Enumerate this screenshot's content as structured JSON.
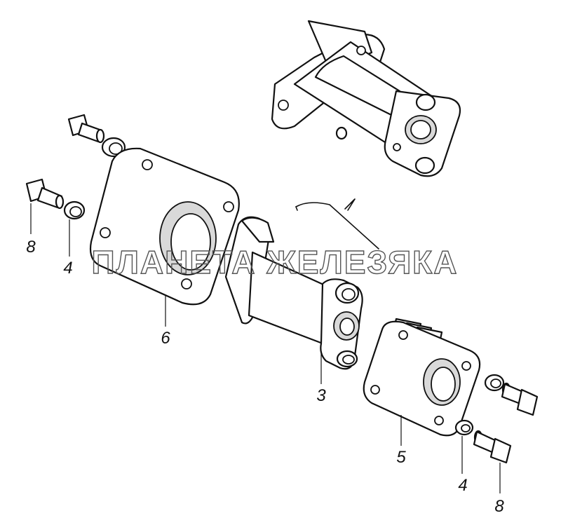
{
  "watermark": "ПЛАНЕТА ЖЕЛЕЗЯКА",
  "callouts": {
    "bolt_upper_left": "8",
    "washer_upper_left": "4",
    "gasket_large": "6",
    "pipe_center": "3",
    "gasket_small": "5",
    "washer_lower_right": "4",
    "bolt_lower_right": "8"
  },
  "colors": {
    "line": "#111111",
    "fill": "#ffffff",
    "watermark": "#555555"
  }
}
